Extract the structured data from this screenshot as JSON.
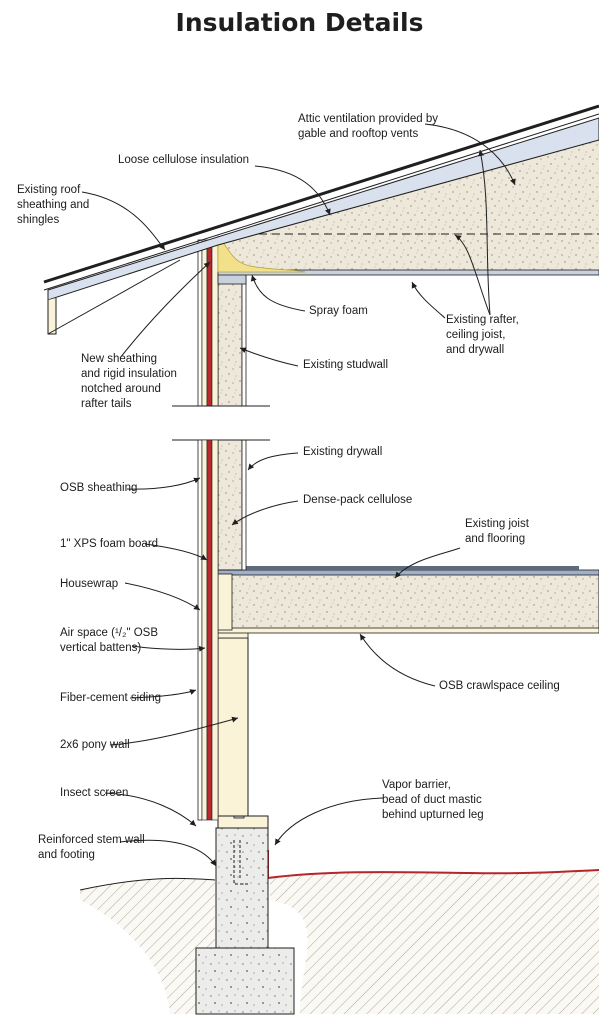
{
  "title": "Insulation Details",
  "labels": {
    "attic_ventilation": "Attic ventilation provided by\ngable and rooftop vents",
    "loose_cellulose": "Loose cellulose insulation",
    "existing_roof": "Existing roof\nsheathing and\nshingles",
    "spray_foam": "Spray foam",
    "existing_rafter": "Existing rafter,\nceiling joist,\nand drywall",
    "new_sheathing": "New sheathing\nand rigid insulation\nnotched around\nrafter tails",
    "existing_studwall": "Existing studwall",
    "existing_drywall": "Existing drywall",
    "osb_sheathing": "OSB sheathing",
    "dense_pack": "Dense-pack cellulose",
    "existing_joist": "Existing joist\nand flooring",
    "xps_foam": "1\" XPS foam board",
    "housewrap": "Housewrap",
    "air_space": "Air space (¹/₂\" OSB\nvertical battens)",
    "osb_crawlspace": "OSB crawlspace ceiling",
    "fiber_cement": "Fiber-cement siding",
    "pony_wall": "2x6 pony wall",
    "insect_screen": "Insect screen",
    "vapor_barrier": "Vapor barrier,\nbead of duct mastic\nbehind upturned leg",
    "stem_wall": "Reinforced stem wall\nand footing"
  },
  "colors": {
    "insulation": "#ede8da",
    "roof_fill": "#d9e1ee",
    "foam_board": "#b8282e",
    "spray_foam": "#f2e08a",
    "wood": "#faf3d8",
    "concrete": "#ececea",
    "vapor_barrier": "#b3262b",
    "line": "#1f1f1f"
  }
}
